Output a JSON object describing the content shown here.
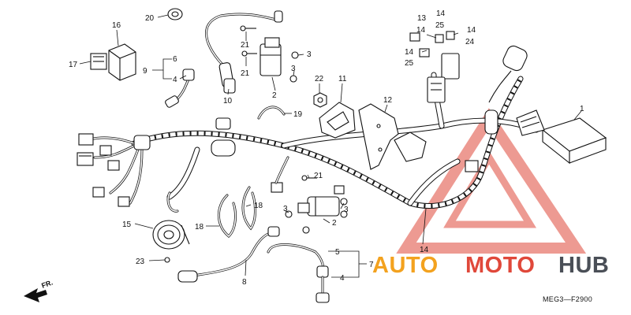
{
  "diagram": {
    "callouts": [
      "20",
      "16",
      "17",
      "9",
      "6",
      "4",
      "21",
      "21",
      "3",
      "3",
      "22",
      "11",
      "12",
      "13",
      "14",
      "14",
      "25",
      "14",
      "24",
      "14",
      "25",
      "10",
      "2",
      "19",
      "1",
      "21",
      "3",
      "3",
      "2",
      "18",
      "18",
      "15",
      "23",
      "8",
      "5",
      "7",
      "4",
      "14"
    ],
    "code": "MEG3—F2900",
    "front_label": "FR."
  },
  "watermark": {
    "text_auto": "AUTO",
    "text_moto": "MOTO",
    "text_hub": "HUB",
    "color_orange": "#f3a21f",
    "color_red": "#e0483a",
    "color_dark": "#4a4f57"
  }
}
